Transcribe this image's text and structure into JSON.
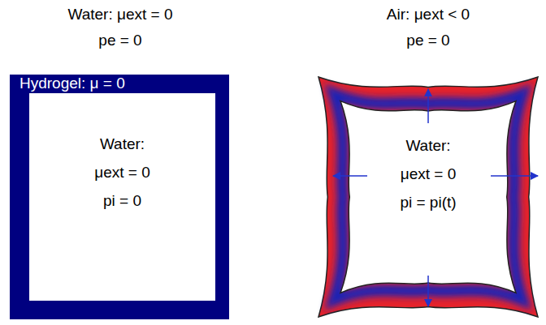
{
  "diagram": {
    "nodes": [
      {
        "text": [
          "Hydrogel: μ = 0"
        ]
      },
      {
        "text": [
          "Water:",
          "μext = 0",
          "pi = 0"
        ],
        "in": 0
      },
      {
        "text": [
          "Water:",
          "μext = 0",
          "pi = pi(t)"
        ]
      }
    ],
    "labels": [
      "Water: μext = 0",
      "pe = 0",
      "Air: μext < 0",
      "pe = 0"
    ]
  }
}
